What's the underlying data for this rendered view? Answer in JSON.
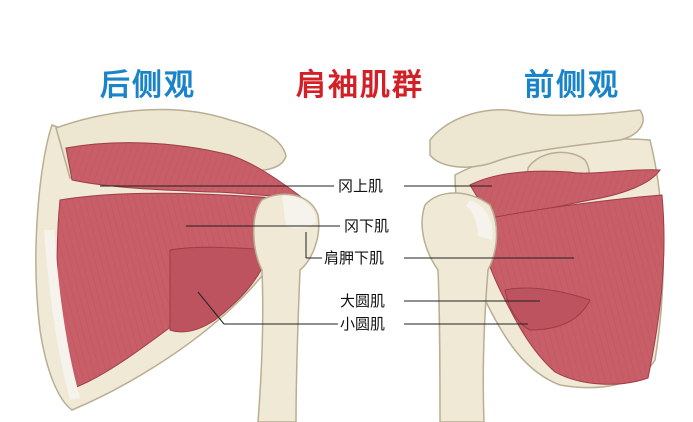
{
  "titles": {
    "left": "后侧观",
    "center": "肩袖肌群",
    "right": "前侧观"
  },
  "labels": [
    "冈上肌",
    "冈下肌",
    "肩胛下肌",
    "大圆肌",
    "小圆肌"
  ],
  "colors": {
    "title_blue": "#1a84c9",
    "title_red": "#d32027",
    "bone": "#efe9d6",
    "muscle": "#c75e68",
    "tendon": "#f6f2ec"
  }
}
